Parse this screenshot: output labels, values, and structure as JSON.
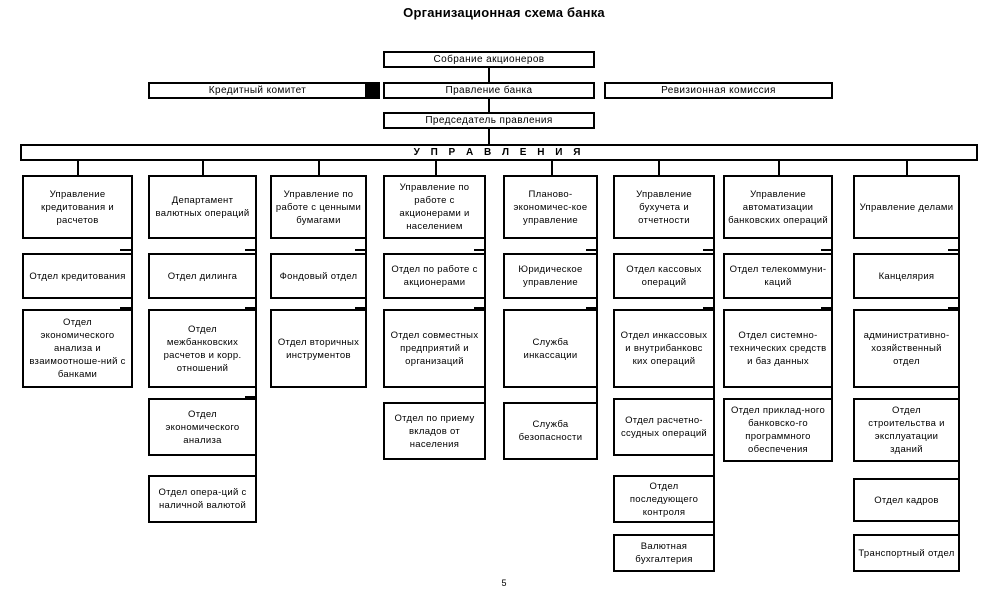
{
  "document": {
    "title": "Организационная схема банка",
    "page_number": "5",
    "line_color": "#000000",
    "background_color": "#ffffff"
  },
  "chart_data": {
    "type": "diagram",
    "diagram_kind": "organizational-chart",
    "title": "Организационная схема банка",
    "top_level": {
      "assembly": "Собрание акционеров",
      "credit_committee": "Кредитный комитет",
      "board": "Правление банка",
      "audit_commission": "Ревизионная комиссия",
      "chairman": "Председатель правления",
      "banner": "У П Р А В Л Е Н И Я"
    },
    "columns": [
      {
        "head": "Управление кредитования и расчетов",
        "items": [
          "Отдел кредитования",
          "Отдел экономического анализа и взаимоотноше-ний с банками"
        ]
      },
      {
        "head": "Департамент валютных операций",
        "items": [
          "Отдел дилинга",
          "Отдел межбанковских расчетов и корр. отношений",
          "Отдел экономического анализа",
          "Отдел опера-ций с наличной валютой"
        ]
      },
      {
        "head": "Управление по работе с ценными бумагами",
        "items": [
          "Фондовый отдел",
          "Отдел вторичных инструментов"
        ]
      },
      {
        "head": "Управление по работе с акционерами и населением",
        "items": [
          "Отдел по работе с акционерами",
          "Отдел совместных предприятий и организаций",
          "Отдел по приему вкладов от населения"
        ]
      },
      {
        "head": "Планово-экономичес-кое управление",
        "items": [
          "Юридическое управление",
          "Служба инкассации",
          "Служба безопасности"
        ]
      },
      {
        "head": "Управление бухучета и отчетности",
        "items": [
          "Отдел кассовых операций",
          "Отдел инкассовых и внутрибанковс ких операций",
          "Отдел расчетно-ссудных операций",
          "Отдел последующего контроля",
          "Валютная бухгалтерия"
        ]
      },
      {
        "head": "Управление автоматизации банковских операций",
        "items": [
          "Отдел телекоммуни-каций",
          "Отдел системно-технических средств и баз данных",
          "Отдел приклад-ного банковско-го программного обеспечения"
        ]
      },
      {
        "head": "Управление делами",
        "items": [
          "Канцелярия",
          "административно-хозяйственный отдел",
          "Отдел строительства и эксплуатации зданий",
          "Отдел кадров",
          "Транспортный отдел"
        ]
      }
    ]
  }
}
